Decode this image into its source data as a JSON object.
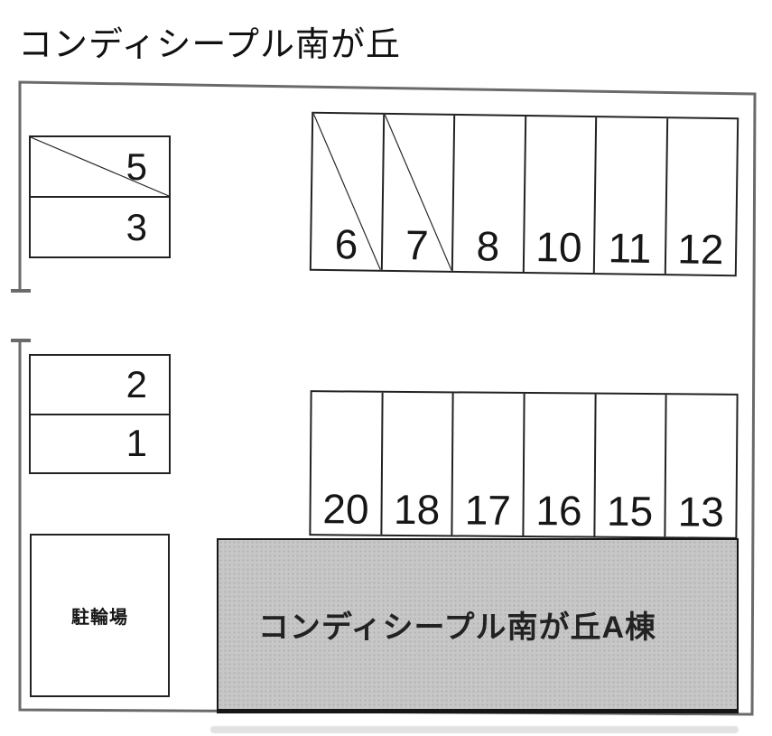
{
  "title": "コンディシープル南が丘",
  "building": {
    "label": "コンディシープル南が丘A棟"
  },
  "bicycle_area": {
    "label": "駐輪場"
  },
  "blocks": {
    "upper_left": {
      "spaces": [
        {
          "label": "5",
          "crossed": true
        },
        {
          "label": "3",
          "crossed": false
        }
      ]
    },
    "middle_left": {
      "spaces": [
        {
          "label": "2",
          "crossed": false
        },
        {
          "label": "1",
          "crossed": false
        }
      ]
    },
    "upper_row": {
      "spaces": [
        {
          "label": "6",
          "crossed": true
        },
        {
          "label": "7",
          "crossed": true
        },
        {
          "label": "8",
          "crossed": false
        },
        {
          "label": "10",
          "crossed": false
        },
        {
          "label": "11",
          "crossed": false
        },
        {
          "label": "12",
          "crossed": false
        }
      ]
    },
    "lower_row": {
      "spaces": [
        {
          "label": "20",
          "crossed": false
        },
        {
          "label": "18",
          "crossed": false
        },
        {
          "label": "17",
          "crossed": false
        },
        {
          "label": "16",
          "crossed": false
        },
        {
          "label": "15",
          "crossed": false
        },
        {
          "label": "13",
          "crossed": false
        }
      ]
    }
  },
  "colors": {
    "line": "#222222",
    "outer_border": "#6a6a6a",
    "building_fill": "#c7c7c7",
    "text": "#161616",
    "page_background": "#ffffff"
  }
}
